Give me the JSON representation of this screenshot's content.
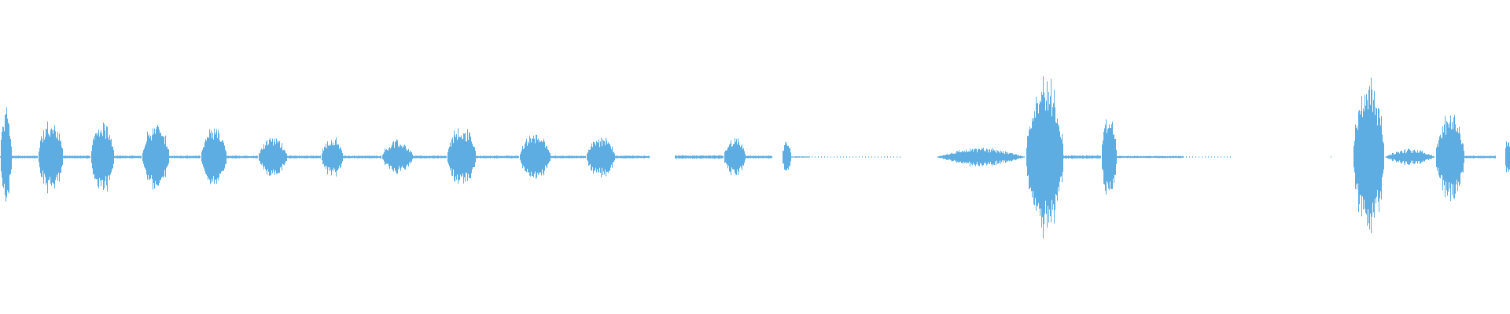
{
  "waveform": {
    "color": "#5dade2",
    "background": "#ffffff",
    "duration_s": 1920,
    "amplitude_range": [
      -1,
      1
    ],
    "segments": [
      {
        "start": 0,
        "end": 1,
        "pattern": "solid",
        "amp": 0.005
      },
      {
        "start": 0,
        "end": 15,
        "pattern": "burst",
        "amp": 0.36
      },
      {
        "start": 15,
        "end": 48,
        "pattern": "solid",
        "amp": 0.01
      },
      {
        "start": 48,
        "end": 80,
        "pattern": "burst",
        "amp": 0.27
      },
      {
        "start": 80,
        "end": 115,
        "pattern": "solid",
        "amp": 0.01
      },
      {
        "start": 115,
        "end": 145,
        "pattern": "burst",
        "amp": 0.27
      },
      {
        "start": 145,
        "end": 180,
        "pattern": "solid",
        "amp": 0.01
      },
      {
        "start": 180,
        "end": 215,
        "pattern": "burst",
        "amp": 0.24
      },
      {
        "start": 215,
        "end": 255,
        "pattern": "solid",
        "amp": 0.01
      },
      {
        "start": 255,
        "end": 288,
        "pattern": "burst",
        "amp": 0.21
      },
      {
        "start": 288,
        "end": 328,
        "pattern": "solid",
        "amp": 0.01
      },
      {
        "start": 328,
        "end": 365,
        "pattern": "burst",
        "amp": 0.15
      },
      {
        "start": 365,
        "end": 408,
        "pattern": "solid",
        "amp": 0.01
      },
      {
        "start": 408,
        "end": 436,
        "pattern": "burst",
        "amp": 0.15
      },
      {
        "start": 436,
        "end": 485,
        "pattern": "solid",
        "amp": 0.01
      },
      {
        "start": 485,
        "end": 525,
        "pattern": "burst",
        "amp": 0.12
      },
      {
        "start": 525,
        "end": 568,
        "pattern": "solid",
        "amp": 0.01
      },
      {
        "start": 568,
        "end": 605,
        "pattern": "burst",
        "amp": 0.23
      },
      {
        "start": 605,
        "end": 660,
        "pattern": "solid",
        "amp": 0.01
      },
      {
        "start": 660,
        "end": 700,
        "pattern": "burst",
        "amp": 0.17
      },
      {
        "start": 700,
        "end": 745,
        "pattern": "solid",
        "amp": 0.01
      },
      {
        "start": 745,
        "end": 782,
        "pattern": "burst",
        "amp": 0.15
      },
      {
        "start": 782,
        "end": 826,
        "pattern": "solid",
        "amp": 0.01
      },
      {
        "start": 858,
        "end": 920,
        "pattern": "solid",
        "amp": 0.012
      },
      {
        "start": 920,
        "end": 948,
        "pattern": "burst",
        "amp": 0.15
      },
      {
        "start": 948,
        "end": 982,
        "pattern": "solid",
        "amp": 0.01
      },
      {
        "start": 994,
        "end": 1006,
        "pattern": "burst",
        "amp": 0.12
      },
      {
        "start": 1006,
        "end": 1030,
        "pattern": "solid",
        "amp": 0.005
      },
      {
        "start": 1030,
        "end": 1148,
        "pattern": "dotted",
        "amp": 0.004
      },
      {
        "start": 1190,
        "end": 1304,
        "pattern": "ramp",
        "amp": 0.07
      },
      {
        "start": 1304,
        "end": 1352,
        "pattern": "burst",
        "amp": 0.6
      },
      {
        "start": 1352,
        "end": 1400,
        "pattern": "solid",
        "amp": 0.012
      },
      {
        "start": 1400,
        "end": 1420,
        "pattern": "burst",
        "amp": 0.3
      },
      {
        "start": 1420,
        "end": 1505,
        "pattern": "solid",
        "amp": 0.008
      },
      {
        "start": 1505,
        "end": 1565,
        "pattern": "dotted",
        "amp": 0.004
      },
      {
        "start": 1690,
        "end": 1694,
        "pattern": "dotted",
        "amp": 0.004
      },
      {
        "start": 1720,
        "end": 1760,
        "pattern": "burst",
        "amp": 0.6
      },
      {
        "start": 1760,
        "end": 1825,
        "pattern": "ramp",
        "amp": 0.06
      },
      {
        "start": 1825,
        "end": 1862,
        "pattern": "burst",
        "amp": 0.32
      },
      {
        "start": 1862,
        "end": 1902,
        "pattern": "solid",
        "amp": 0.01
      },
      {
        "start": 1913,
        "end": 1920,
        "pattern": "burst",
        "amp": 0.14
      }
    ]
  }
}
